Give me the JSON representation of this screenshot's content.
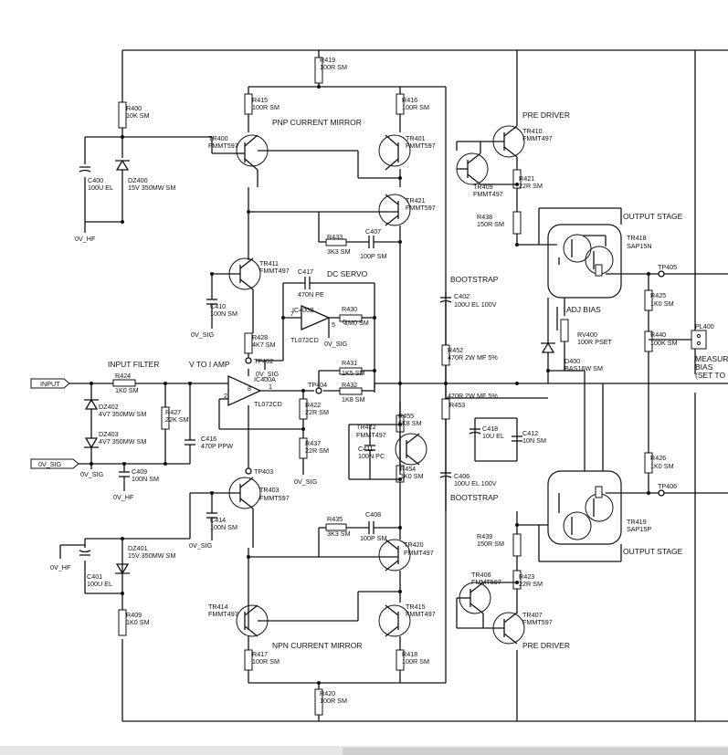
{
  "stages": {
    "pnp_mirror": "PNP CURRENT MIRROR",
    "npn_mirror": "NPN CURRENT MIRROR",
    "pre_driver_top": "PRE DRIVER",
    "pre_driver_bottom": "PRE DRIVER",
    "output_stage_top": "OUTPUT STAGE",
    "output_stage_bottom": "OUTPUT STAGE",
    "dc_servo": "DC SERVO",
    "input_filter": "INPUT FILTER",
    "v_to_i": "V TO I AMP",
    "bootstrap_top": "BOOTSTRAP",
    "bootstrap_bottom": "BOOTSTRAP",
    "adj_bias": "ADJ BIAS",
    "measure_1": "MEASURE",
    "measure_2": "BIAS",
    "measure_3": "(SET TO"
  },
  "ports": {
    "input": "INPUT",
    "zero_sig": "0V_SIG"
  },
  "grounds": {
    "g1": "0V_HF",
    "g2": "0V_SIG",
    "g3": "0V_SIG",
    "g4": "0V_SIG",
    "g5": "0V_SIG",
    "g6": "0V_HF",
    "g7": "0V_SIG",
    "g8": "0V_HF"
  },
  "testpoints": {
    "tp402": "TP402",
    "tp403": "TP403",
    "tp404": "TP404",
    "tp405": "TP405",
    "tp406": "TP406"
  },
  "pins": {
    "p7": "7",
    "p5": "5",
    "p2": "2",
    "p1": "1",
    "p8": "8",
    "p6": "6"
  },
  "components": {
    "r419": [
      "R419",
      "100R SM"
    ],
    "r415": [
      "R415",
      "100R SM"
    ],
    "r416": [
      "R416",
      "100R SM"
    ],
    "r400": [
      "R400",
      "10K SM"
    ],
    "tr400": [
      "TR400",
      "FMMT597"
    ],
    "tr401": [
      "TR401",
      "FMMT597"
    ],
    "tr410": [
      "TR410",
      "FMMT497"
    ],
    "tr409": [
      "TR409",
      "FMMT497"
    ],
    "r421": [
      "R421",
      "22R SM"
    ],
    "tr421": [
      "TR421",
      "FMMT597"
    ],
    "c400": [
      "C400",
      "100U EL"
    ],
    "dz400": [
      "DZ400",
      "15V 350MW SM"
    ],
    "r438": [
      "R438",
      "150R SM"
    ],
    "r433": [
      "R433",
      "3K3 SM"
    ],
    "c407": [
      "C407",
      "100P SM"
    ],
    "tr418": [
      "TR418",
      "SAP15N"
    ],
    "tr411": [
      "TR411",
      "FMMT497"
    ],
    "c417": [
      "C417",
      "470N PE"
    ],
    "c410": [
      "C410",
      "100N SM"
    ],
    "ic400b": [
      "IC400B",
      "TL072CD"
    ],
    "r430": [
      "R430",
      "1M0 SM"
    ],
    "c402": [
      "C402",
      "100U EL 100V"
    ],
    "r425": [
      "R425",
      "1K0 SM"
    ],
    "rv400": [
      "RV400",
      "100R PSET"
    ],
    "r440": [
      "R440",
      "100K SM"
    ],
    "pl400": [
      "PL400",
      ""
    ],
    "r428": [
      "R428",
      "4K7 SM"
    ],
    "r452": [
      "R452",
      "470R 2W MF 5%"
    ],
    "d400": [
      "D400",
      "BAS16W SM"
    ],
    "r431": [
      "R431",
      "1K5 SM"
    ],
    "r424": [
      "R424",
      "1K0 SM"
    ],
    "ic400a": [
      "IC400A",
      "TL072CD"
    ],
    "r432": [
      "R432",
      "1K8 SM"
    ],
    "r453": [
      "R453",
      "470R 2W MF 5%"
    ],
    "dz402": [
      "DZ402",
      "4V7 350MW SM"
    ],
    "r427": [
      "R427",
      "22K SM"
    ],
    "r422": [
      "R422",
      "22R SM"
    ],
    "r455": [
      "R455",
      "6K8 SM"
    ],
    "tr422": [
      "TR422",
      "FMMT497"
    ],
    "c418": [
      "C418",
      "10U EL"
    ],
    "c412": [
      "C412",
      "10N SM"
    ],
    "dz403": [
      "DZ403",
      "4V7 350MW SM"
    ],
    "c416": [
      "C416",
      "470P PPW"
    ],
    "r437": [
      "R437",
      "22R SM"
    ],
    "c411": [
      "C411",
      "100N PC"
    ],
    "r454": [
      "R454",
      "1K0 SM"
    ],
    "c409": [
      "C409",
      "100N SM"
    ],
    "r426": [
      "R426",
      "1K0 SM"
    ],
    "c406": [
      "C406",
      "100U EL 100V"
    ],
    "tr403": [
      "TR403",
      "FMMT597"
    ],
    "tr419": [
      "TR419",
      "SAP15P"
    ],
    "c414": [
      "C414",
      "100N SM"
    ],
    "r435": [
      "R435",
      "3K3 SM"
    ],
    "c408": [
      "C408",
      "100P SM"
    ],
    "r439": [
      "R439",
      "150R SM"
    ],
    "tr420": [
      "TR420",
      "FMMT497"
    ],
    "dz401": [
      "DZ401",
      "15V 350MW SM"
    ],
    "c401": [
      "C401",
      "100U EL"
    ],
    "tr406": [
      "TR406",
      "FMMT597"
    ],
    "r423": [
      "R423",
      "22R SM"
    ],
    "r409": [
      "R409",
      "1K0 SM"
    ],
    "tr414": [
      "TR414",
      "FMMT497"
    ],
    "tr415": [
      "TR415",
      "FMMT497"
    ],
    "tr407": [
      "TR407",
      "FMMT597"
    ],
    "r417": [
      "R417",
      "100R SM"
    ],
    "r418": [
      "R418",
      "100R SM"
    ],
    "r420": [
      "R420",
      "100R SM"
    ]
  }
}
